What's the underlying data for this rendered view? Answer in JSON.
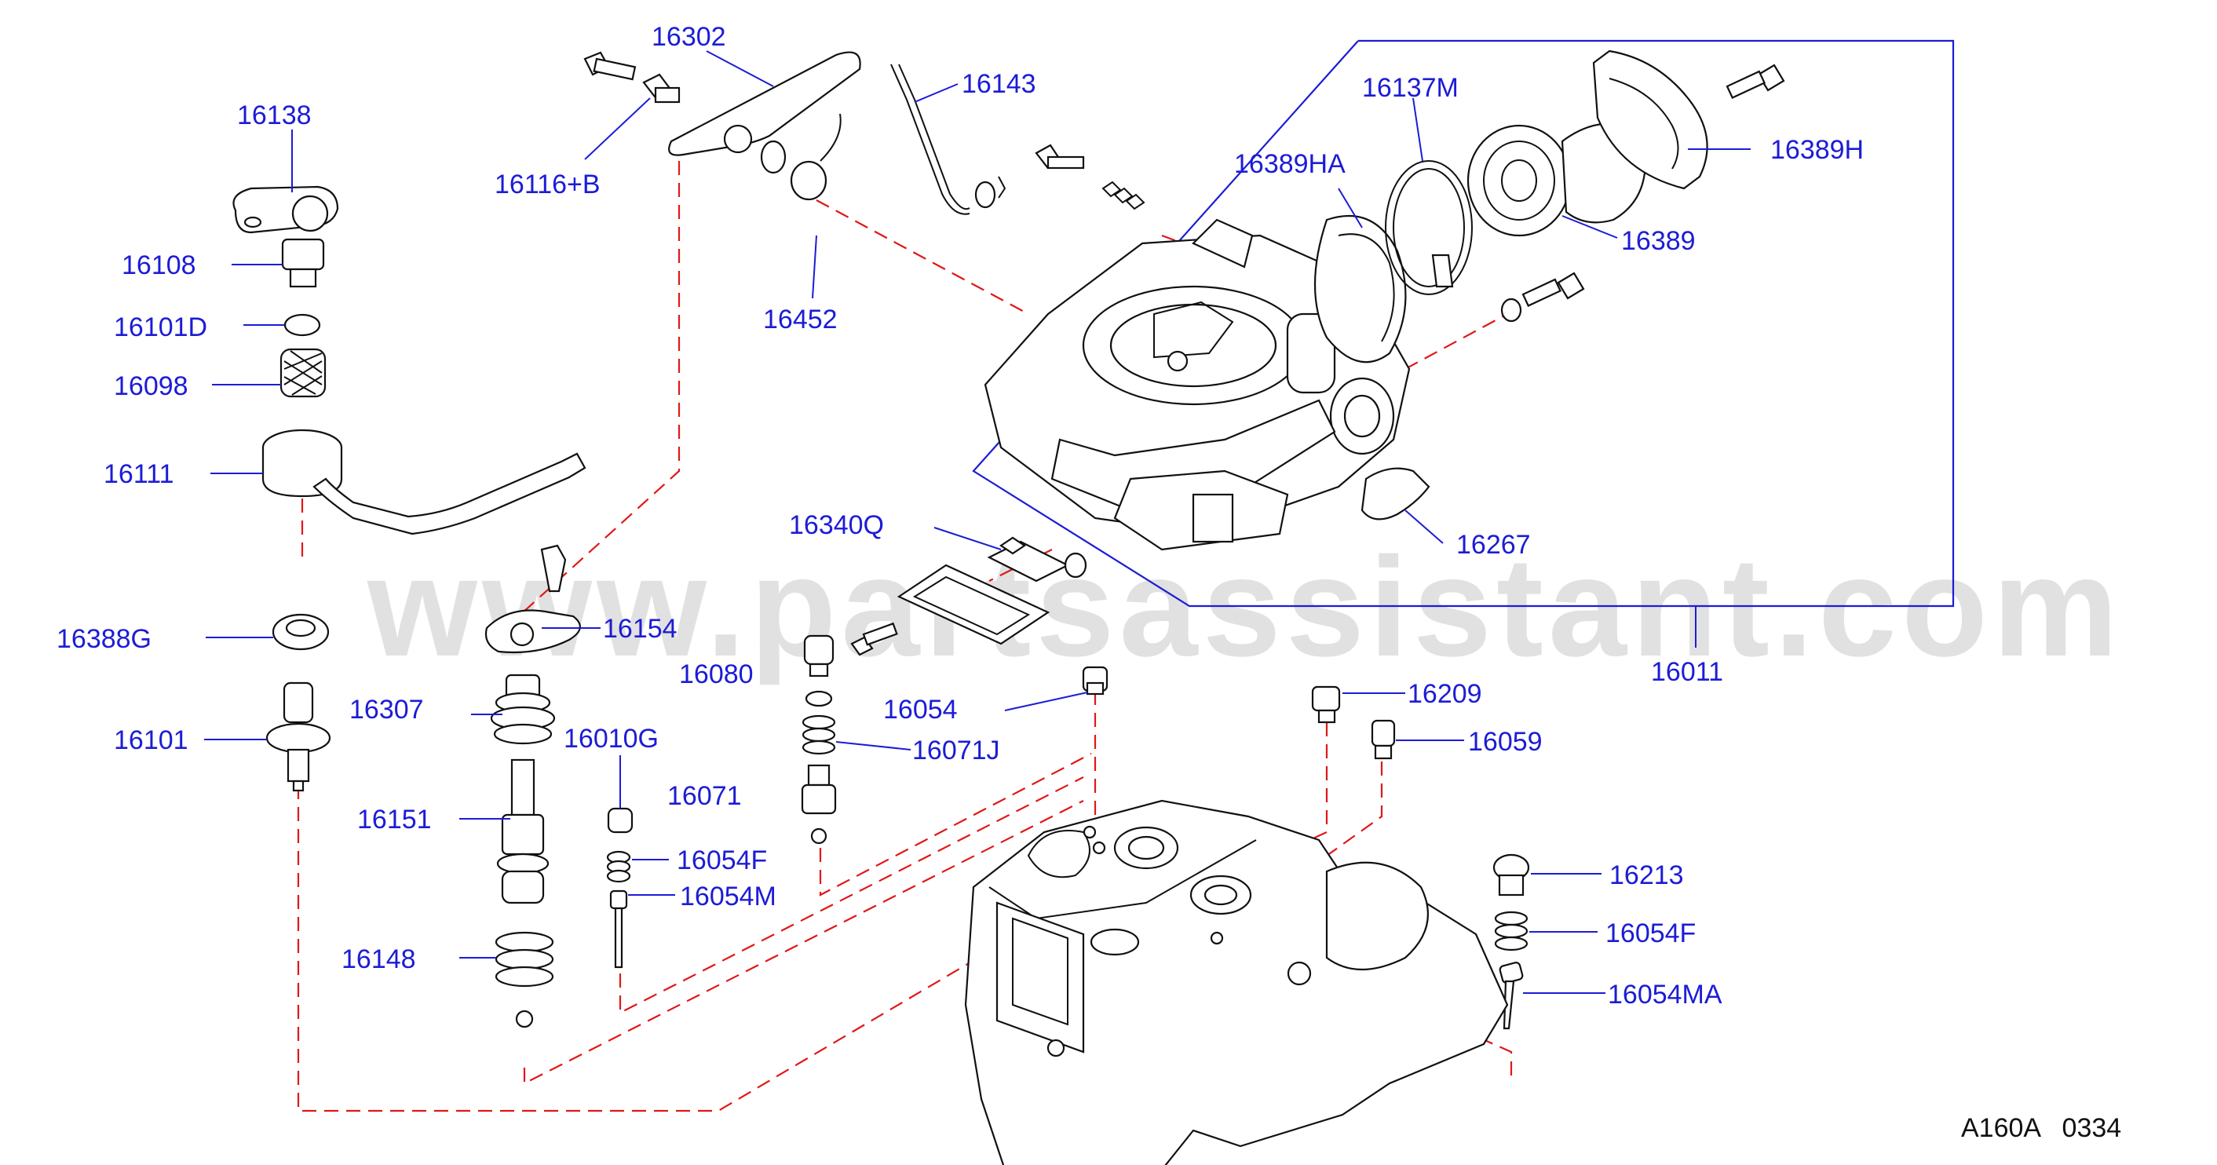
{
  "watermark": "www.partsassistant.com",
  "diagram_code": "A160A   0334",
  "parts": {
    "p16138": "16138",
    "p16108": "16108",
    "p16101D": "16101D",
    "p16098": "16098",
    "p16111": "16111",
    "p16388G": "16388G",
    "p16101": "16101",
    "p16302": "16302",
    "p16116B": "16116+B",
    "p16143": "16143",
    "p16452": "16452",
    "p16137M": "16137M",
    "p16389HA": "16389HA",
    "p16389H": "16389H",
    "p16389": "16389",
    "p16267": "16267",
    "p16340Q": "16340Q",
    "p16154": "16154",
    "p16011": "16011",
    "p16080": "16080",
    "p16054": "16054",
    "p16307": "16307",
    "p16010G": "16010G",
    "p16071J": "16071J",
    "p16209": "16209",
    "p16059": "16059",
    "p16071": "16071",
    "p16151": "16151",
    "p16054F": "16054F",
    "p16054M": "16054M",
    "p16213": "16213",
    "p16054F_2": "16054F",
    "p16148": "16148",
    "p16054MA": "16054MA"
  }
}
